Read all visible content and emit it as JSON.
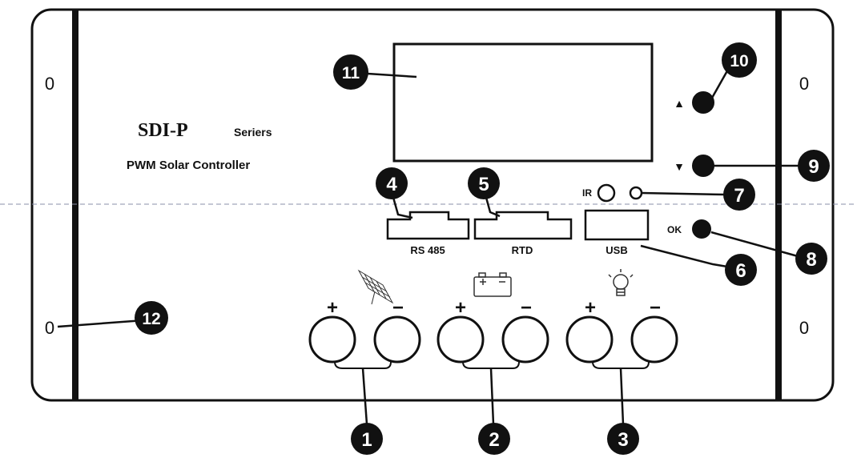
{
  "panel": {
    "series_name": "SDI-P",
    "series_word": "Seriers",
    "product_name": "PWM Solar Controller",
    "port_labels": {
      "rs485": "RS 485",
      "rtd": "RTD",
      "usb": "USB"
    },
    "indicator_labels": {
      "ir": "IR",
      "ok": "OK"
    },
    "button_symbols": {
      "up": "▲",
      "down": "▼"
    },
    "terminal_signs": {
      "plus": "+",
      "minus": "−"
    },
    "icons": {
      "solar": "solar-panel-icon",
      "battery": "battery-icon",
      "load": "light-bulb-icon"
    },
    "mount_hole_glyph": "0"
  },
  "callouts": {
    "c1": "1",
    "c2": "2",
    "c3": "3",
    "c4": "4",
    "c5": "5",
    "c6": "6",
    "c7": "7",
    "c8": "8",
    "c9": "9",
    "c10": "10",
    "c11": "11",
    "c12": "12"
  }
}
